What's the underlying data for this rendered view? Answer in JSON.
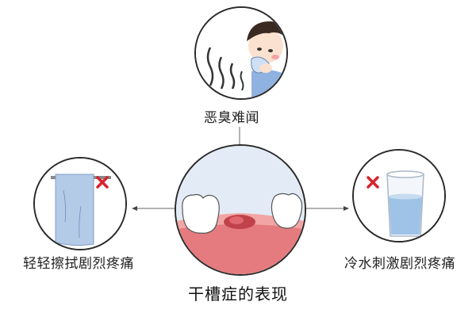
{
  "diagram": {
    "title": "干槽症的表现",
    "center": {
      "illustration": "dry-socket-gum-with-teeth"
    },
    "top": {
      "label": "恶臭难闻",
      "illustration": "boy-covering-nose-bad-smell"
    },
    "left": {
      "label": "轻轻擦拭剧烈疼痛",
      "illustration": "towel-on-rack",
      "mark": "red-x"
    },
    "right": {
      "label": "冷水刺激剧烈疼痛",
      "illustration": "glass-of-cold-water",
      "mark": "red-x"
    },
    "colors": {
      "gum": "#e57b7e",
      "gum_light": "#f2a5a5",
      "sky": "#e3ecf6",
      "towel": "#b4cbe8",
      "water": "#9fc3e6",
      "x_mark": "#d9232d",
      "line": "#555555"
    }
  }
}
